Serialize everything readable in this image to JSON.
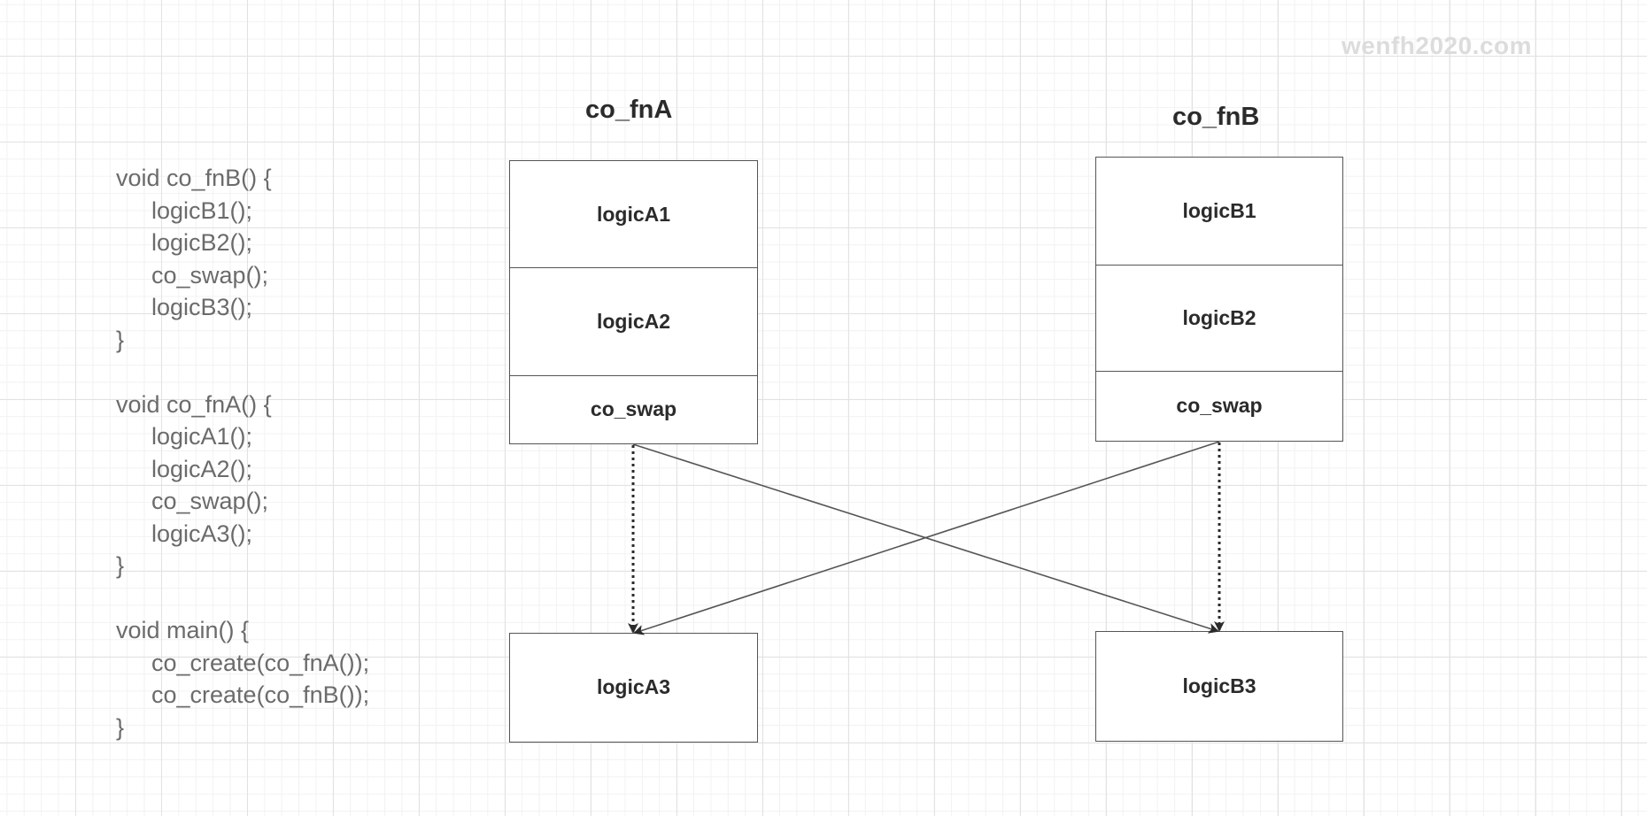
{
  "watermark": "wenfh2020.com",
  "code": [
    {
      "text": "void co_fnB() {",
      "indent": false
    },
    {
      "text": "logicB1();",
      "indent": true
    },
    {
      "text": "logicB2();",
      "indent": true
    },
    {
      "text": "co_swap();",
      "indent": true
    },
    {
      "text": "logicB3();",
      "indent": true
    },
    {
      "text": "}",
      "indent": false
    },
    {
      "text": "",
      "indent": false
    },
    {
      "text": "void co_fnA() {",
      "indent": false
    },
    {
      "text": "logicA1();",
      "indent": true
    },
    {
      "text": "logicA2();",
      "indent": true
    },
    {
      "text": "co_swap();",
      "indent": true
    },
    {
      "text": "logicA3();",
      "indent": true
    },
    {
      "text": "}",
      "indent": false
    },
    {
      "text": "",
      "indent": false
    },
    {
      "text": "void main() {",
      "indent": false
    },
    {
      "text": "co_create(co_fnA());",
      "indent": true
    },
    {
      "text": "co_create(co_fnB());",
      "indent": true
    },
    {
      "text": "}",
      "indent": false
    }
  ],
  "coroutine_a": {
    "title": "co_fnA",
    "blocks": [
      "logicA1",
      "logicA2",
      "co_swap"
    ],
    "tail": "logicA3"
  },
  "coroutine_b": {
    "title": "co_fnB",
    "blocks": [
      "logicB1",
      "logicB2",
      "co_swap"
    ],
    "tail": "logicB3"
  },
  "colors": {
    "line": "#555555",
    "text": "#2b2b2b",
    "code": "#6b6b6b",
    "watermark": "#dcdcdc"
  }
}
